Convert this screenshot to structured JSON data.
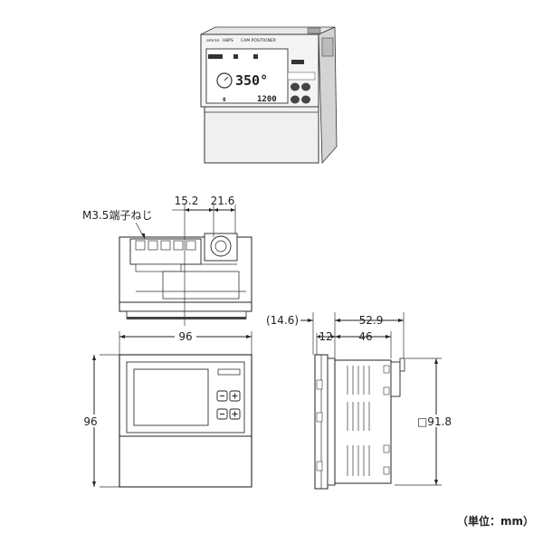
{
  "product_photo": {
    "brand": "omron",
    "model": "H8PS",
    "product_name": "CAM POSITIONER",
    "main_display": "350°",
    "sub_display": "1200",
    "small_value": "0"
  },
  "dimensions": {
    "top_view": {
      "terminal_screw_label": "M3.5端子ねじ",
      "dim_15_2": "15.2",
      "dim_21_6": "21.6"
    },
    "front_view": {
      "width": "96",
      "height": "96"
    },
    "side_view": {
      "overall_ref": "(14.6)",
      "total_depth": "52.9",
      "front_depth": "12",
      "body_depth": "46",
      "panel_square": "□91.8"
    }
  },
  "unit_note": "（単位：mm）"
}
